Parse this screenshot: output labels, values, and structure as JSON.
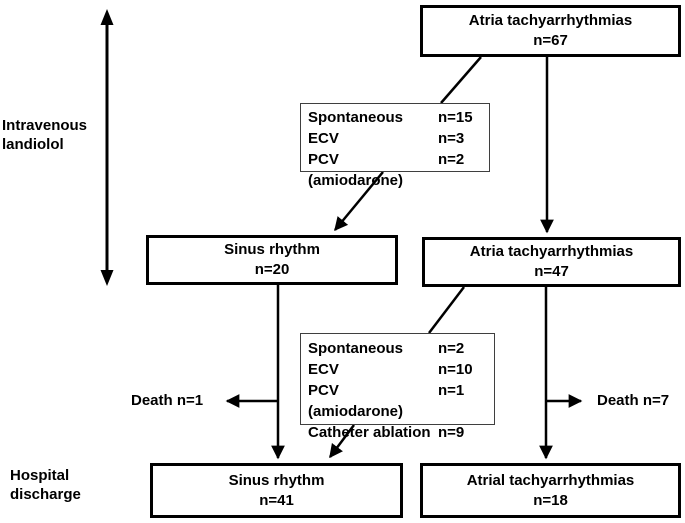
{
  "diagram": {
    "background_color": "#ffffff",
    "line_color": "#000000",
    "phase_labels": {
      "treatment": [
        "Intravenous",
        "landiolol"
      ],
      "discharge": [
        "Hospital",
        "discharge"
      ]
    },
    "boxes": {
      "baseline": {
        "title": "Atria tachyarrhythmias",
        "count": "n=67"
      },
      "conversion_1": {
        "rows": [
          {
            "label": "Spontaneous",
            "value": "n=15"
          },
          {
            "label": "ECV",
            "value": "n=3"
          },
          {
            "label": "PCV (amiodarone)",
            "value": "n=2"
          }
        ]
      },
      "sinus_rhythm_mid": {
        "title": "Sinus rhythm",
        "count": "n=20"
      },
      "atria_persistent": {
        "title": "Atria tachyarrhythmias",
        "count": "n=47"
      },
      "conversion_2": {
        "rows": [
          {
            "label": "Spontaneous",
            "value": "n=2"
          },
          {
            "label": "ECV",
            "value": "n=10"
          },
          {
            "label": "PCV (amiodarone)",
            "value": "n=1"
          },
          {
            "label": "Catheter ablation",
            "value": "n=9"
          }
        ]
      },
      "sinus_rhythm_final": {
        "title": "Sinus rhythm",
        "count": "n=41"
      },
      "atrial_final": {
        "title": "Atrial tachyarrhythmias",
        "count": "n=18"
      }
    },
    "outcomes": {
      "death_left": "Death n=1",
      "death_right": "Death n=7"
    }
  }
}
